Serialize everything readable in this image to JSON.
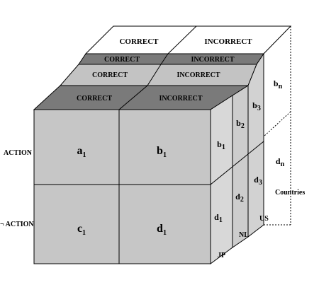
{
  "columns": {
    "layers": [
      {
        "correct": "CORRECT",
        "incorrect": "INCORRECT"
      },
      {
        "correct": "CORRECT",
        "incorrect": "INCORRECT"
      },
      {
        "correct": "CORRECT",
        "incorrect": "INCORRECT"
      },
      {
        "correct": "CORRECT",
        "incorrect": "INCORRECT"
      }
    ]
  },
  "rows": {
    "action": "ACTION",
    "not_action": "¬ ACTION"
  },
  "front": {
    "a": {
      "base": "a",
      "sub": "1"
    },
    "b": {
      "base": "b",
      "sub": "1"
    },
    "c": {
      "base": "c",
      "sub": "1"
    },
    "d": {
      "base": "d",
      "sub": "1"
    }
  },
  "side": {
    "b1": {
      "base": "b",
      "sub": "1"
    },
    "b2": {
      "base": "b",
      "sub": "2"
    },
    "b3": {
      "base": "b",
      "sub": "3"
    },
    "bn": {
      "base": "b",
      "sub": "n"
    },
    "d1": {
      "base": "d",
      "sub": "1"
    },
    "d2": {
      "base": "d",
      "sub": "2"
    },
    "d3": {
      "base": "d",
      "sub": "3"
    },
    "dn": {
      "base": "d",
      "sub": "n"
    }
  },
  "countries": {
    "axis_label": "Countries",
    "items": [
      "US",
      "NL",
      "JP"
    ]
  },
  "colors": {
    "front_face": "#c6c6c6",
    "side_face": "#d2d2d2",
    "top_dark": "#7a7a7a",
    "top_light": "#c3c3c3",
    "line": "#000000"
  }
}
